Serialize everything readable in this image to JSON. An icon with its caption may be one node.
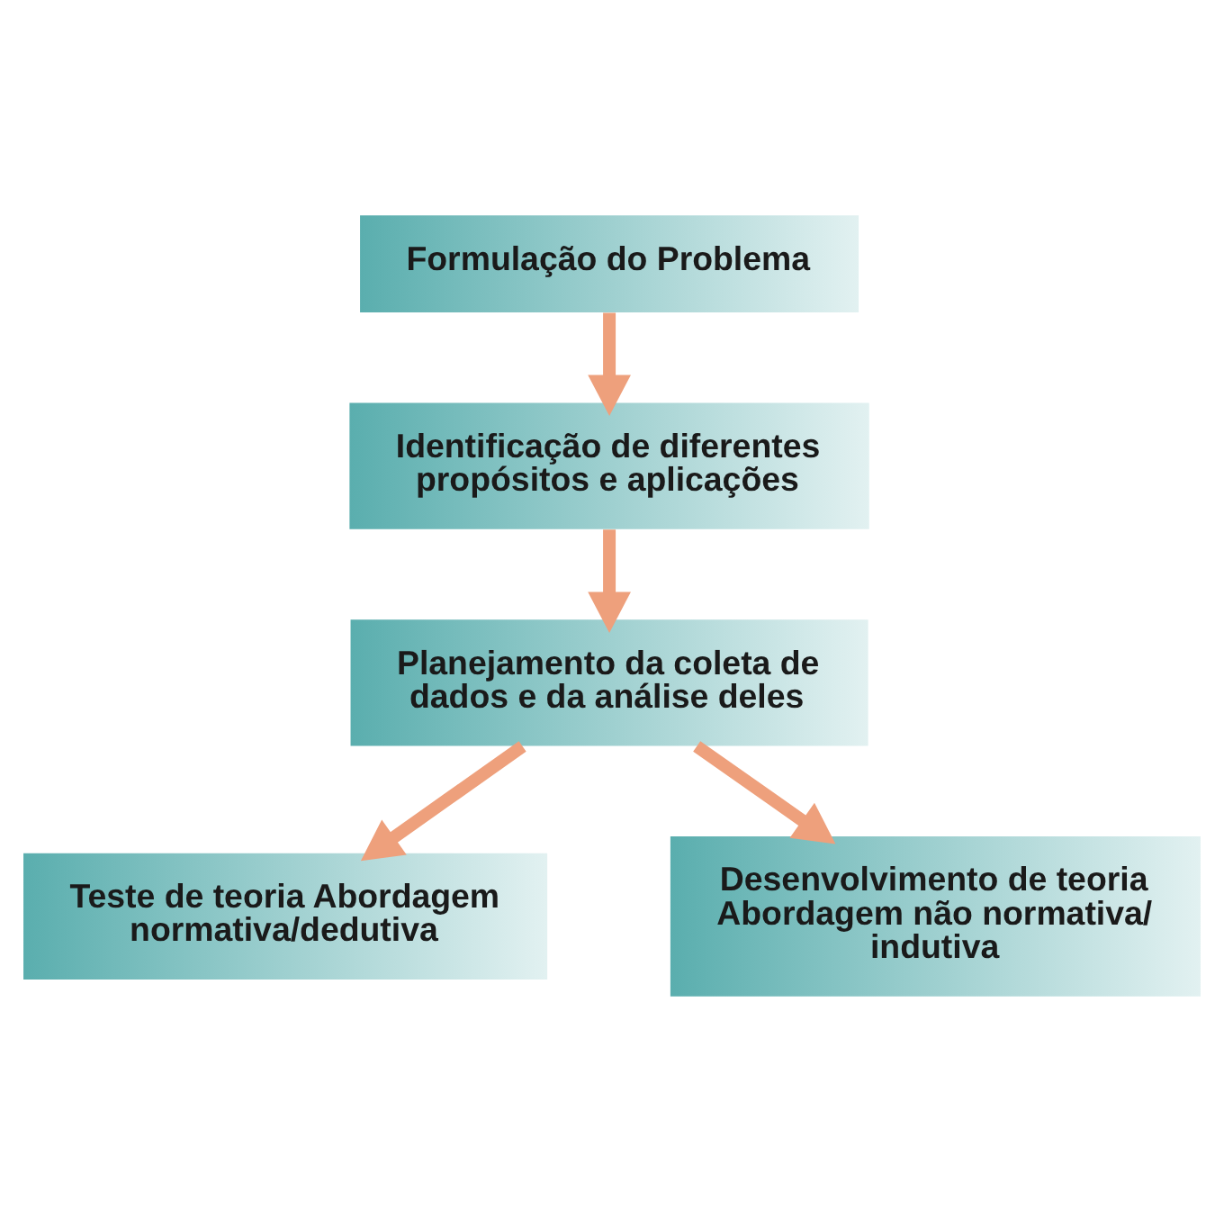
{
  "diagram": {
    "nodes": [
      {
        "text": [
          "Formulação do Problema"
        ]
      },
      {
        "text": [
          "Identificação de diferentes propósitos e aplicações"
        ]
      },
      {
        "text": [
          "Planejamento da coleta de dados e da análise deles"
        ]
      },
      {
        "text": [
          "Teste de teoria Abordagem normativa/dedutiva"
        ]
      },
      {
        "text": [
          "Desenvolvimento de teoria Abordagem não normativa/ indutiva"
        ]
      }
    ],
    "edges": [
      {
        "from": 0,
        "to": 1,
        "arrow": "to"
      },
      {
        "from": 1,
        "to": 2,
        "arrow": "to"
      },
      {
        "from": 2,
        "to": 3,
        "arrow": "to"
      },
      {
        "from": 2,
        "to": 4,
        "arrow": "to"
      }
    ]
  }
}
